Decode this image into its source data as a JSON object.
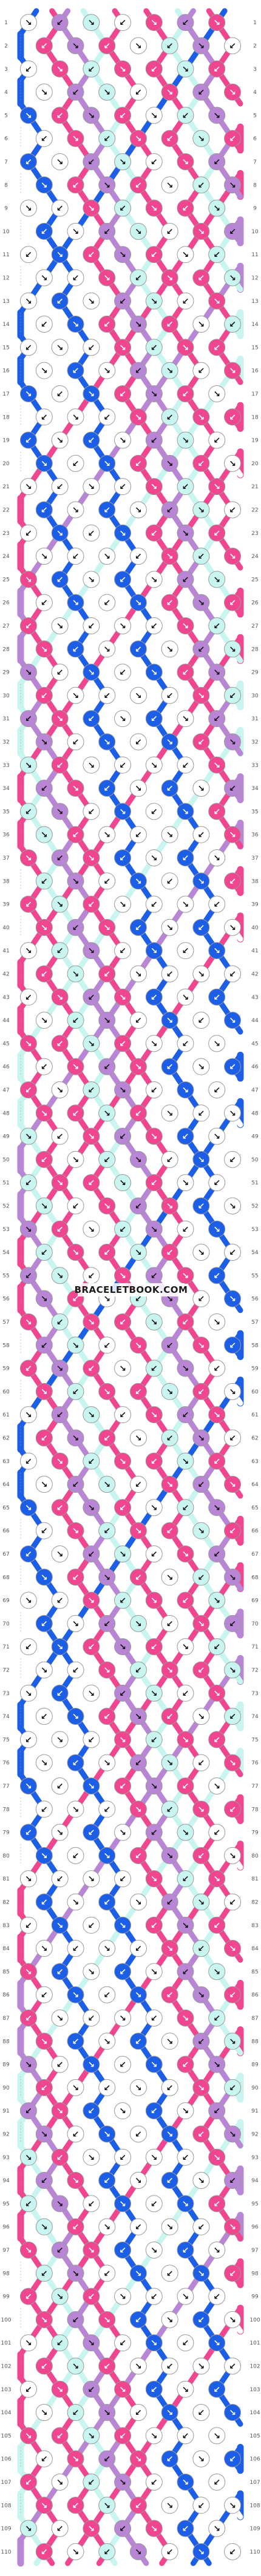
{
  "watermark": "BRACELETBOOK.COM",
  "pattern": {
    "strings": 15,
    "rows": 110,
    "row_label_start": 1,
    "colors": {
      "white": "#ffffff",
      "pink": "#f0468f",
      "purple": "#b986d6",
      "blue": "#1c5fe6",
      "mint": "#c8f5ef",
      "outline": "#999999",
      "arrow": "#111111"
    },
    "string_colors": [
      "white",
      "blue",
      "pink",
      "purple",
      "mint",
      "white",
      "pink",
      "white",
      "pink",
      "white",
      "mint",
      "purple",
      "pink",
      "blue",
      "white"
    ]
  }
}
